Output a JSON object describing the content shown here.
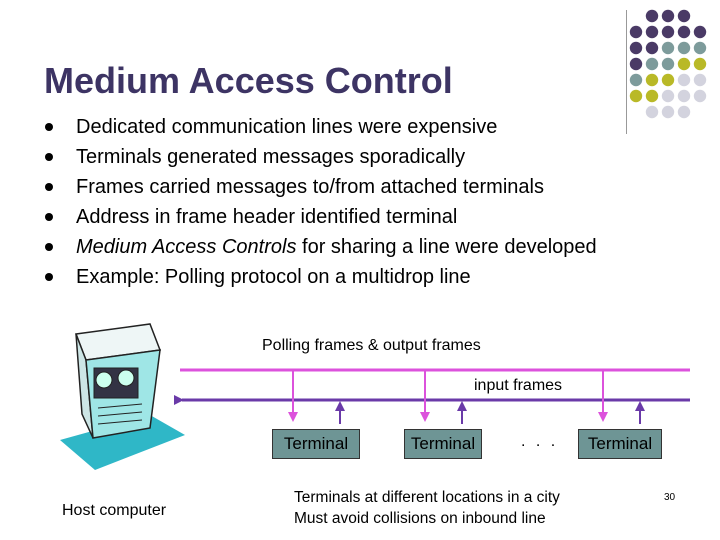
{
  "slide": {
    "title": "Medium Access Control",
    "bullets": [
      {
        "em": "",
        "text": "Dedicated communication lines were expensive"
      },
      {
        "em": "",
        "text": "Terminals generated messages sporadically"
      },
      {
        "em": "",
        "text": "Frames carried messages to/from attached terminals"
      },
      {
        "em": "",
        "text": "Address in frame header identified terminal"
      },
      {
        "em": "Medium Access Controls",
        "text": " for sharing a line were developed"
      },
      {
        "em": "",
        "text": "Example:  Polling protocol on a multidrop line"
      }
    ],
    "page_number": "30"
  },
  "diagram": {
    "outbound_label": "Polling frames & output frames",
    "inbound_label": "input frames",
    "terminals": [
      "Terminal",
      "Terminal",
      "Terminal"
    ],
    "ellipsis": ". . .",
    "host_label": "Host computer",
    "caption_line1": "Terminals at different locations in a city",
    "caption_line2": "Must avoid collisions on inbound line"
  },
  "colors": {
    "title": "#3d3464",
    "outbound_line": "#dc52dc",
    "inbound_line": "#6a3aa8",
    "terminal_fill": "#6e9595",
    "dot_purple": "#4a3a66",
    "dot_teal": "#7d9b9b",
    "dot_olive": "#b9b927",
    "dot_light": "#d3d3de"
  },
  "icons": [
    "host-computer-icon",
    "decorative-dot-grid"
  ]
}
